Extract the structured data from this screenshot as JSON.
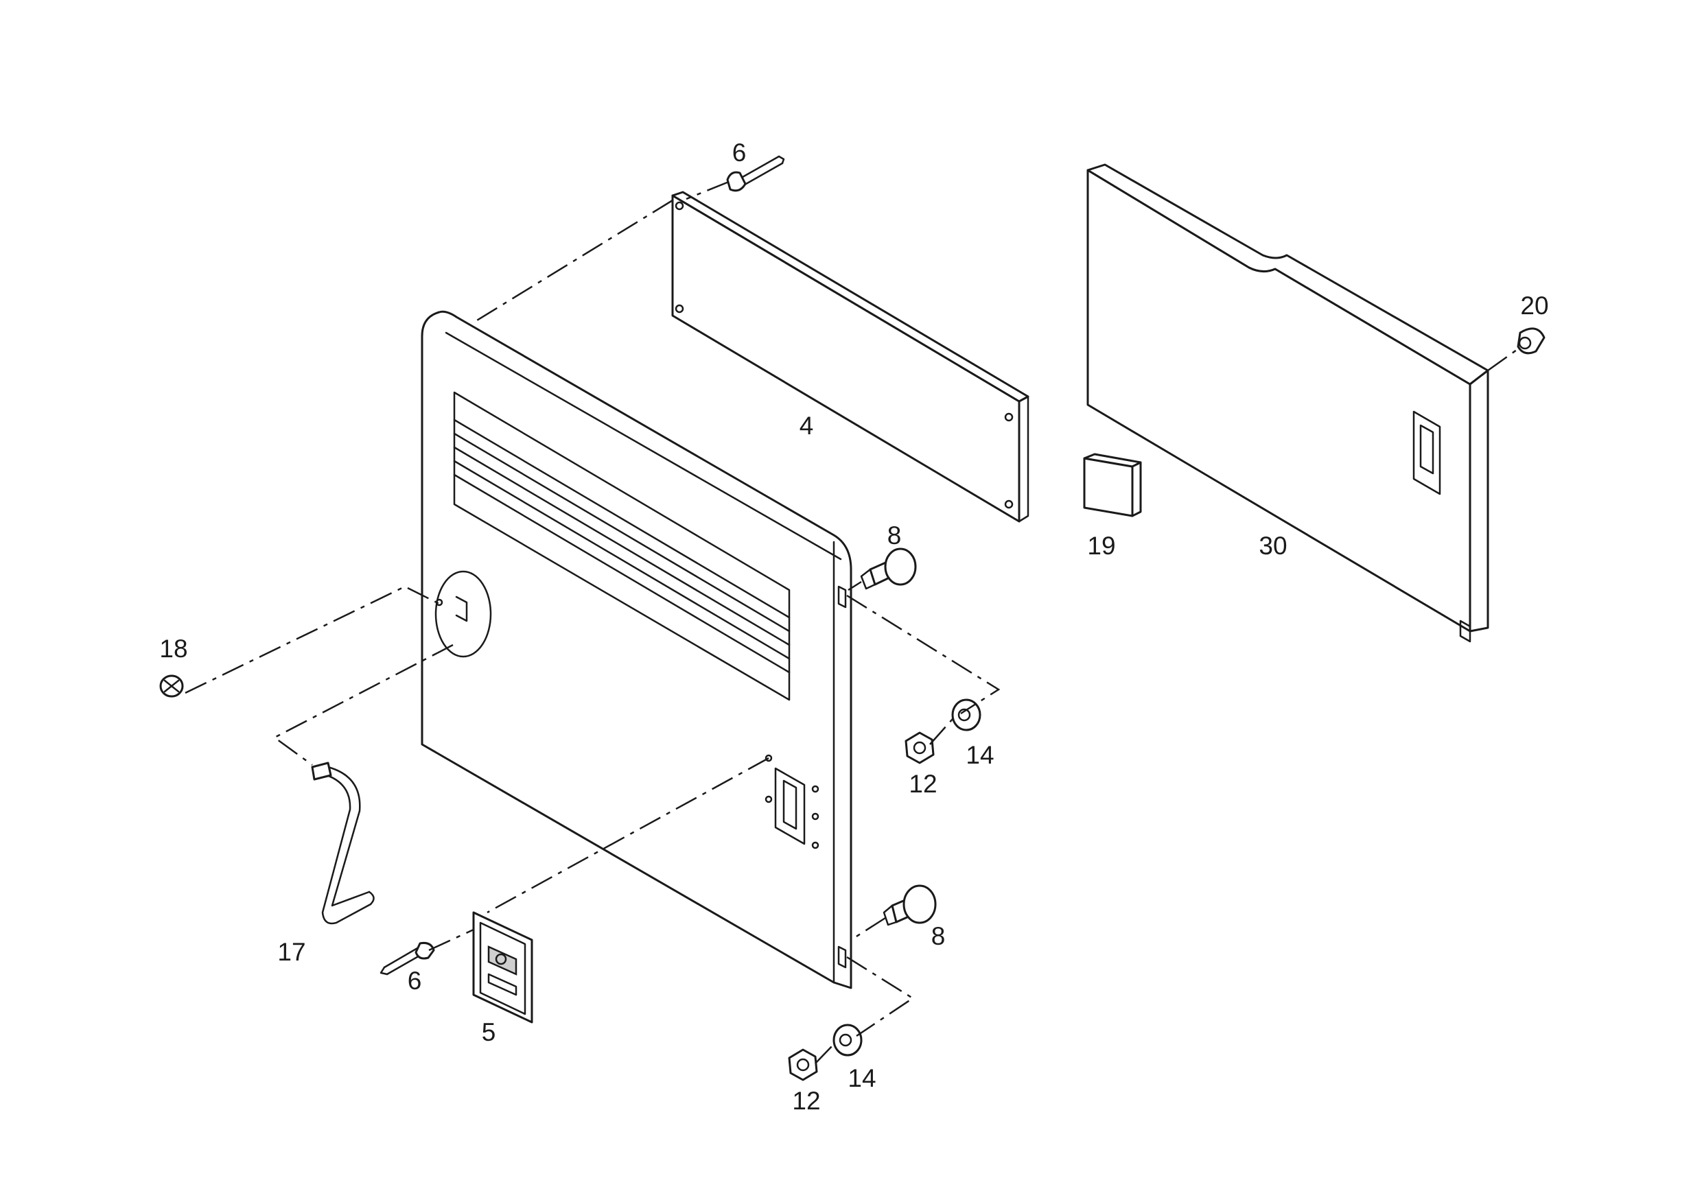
{
  "diagram": {
    "part_labels": {
      "top_pin": "6",
      "panel_plate": "4",
      "door_panel_30": "30",
      "cap_20": "20",
      "block_19": "19",
      "bolt_upper": "8",
      "bolt_lower": "8",
      "nut_upper": "12",
      "washer_upper": "14",
      "nut_lower": "12",
      "washer_lower": "14",
      "clip_18": "18",
      "handle_17": "17",
      "bottom_pin": "6",
      "latch_5": "5"
    }
  }
}
